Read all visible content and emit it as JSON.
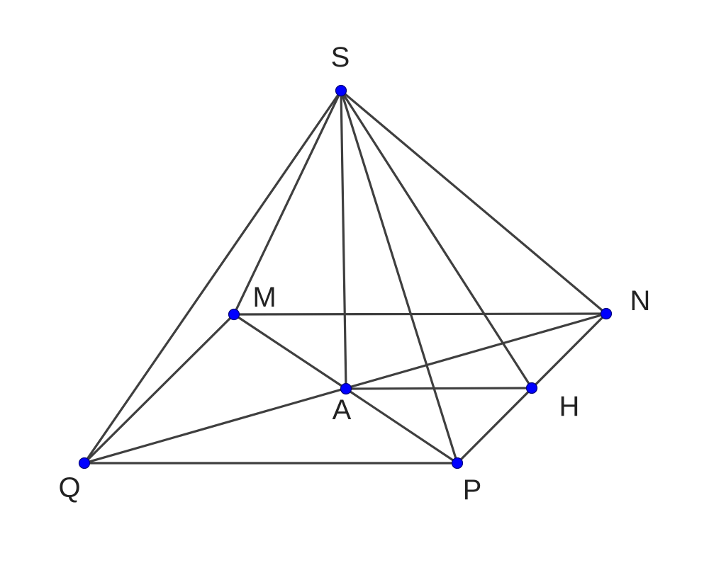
{
  "colors": {
    "edge": "#3f3f3f",
    "vertex_fill": "#0000ff",
    "vertex_stroke": "#00007a",
    "label": "#222222"
  },
  "points": [
    {
      "id": "S",
      "label": "S"
    },
    {
      "id": "M",
      "label": "M"
    },
    {
      "id": "N",
      "label": "N"
    },
    {
      "id": "A",
      "label": "A"
    },
    {
      "id": "H",
      "label": "H"
    },
    {
      "id": "Q",
      "label": "Q"
    },
    {
      "id": "P",
      "label": "P"
    }
  ],
  "segments": [
    [
      "S",
      "Q"
    ],
    [
      "S",
      "M"
    ],
    [
      "S",
      "A"
    ],
    [
      "S",
      "P"
    ],
    [
      "S",
      "H"
    ],
    [
      "S",
      "N"
    ],
    [
      "M",
      "N"
    ],
    [
      "M",
      "Q"
    ],
    [
      "M",
      "A"
    ],
    [
      "Q",
      "N"
    ],
    [
      "Q",
      "P"
    ],
    [
      "A",
      "P"
    ],
    [
      "A",
      "H"
    ],
    [
      "P",
      "N"
    ]
  ]
}
